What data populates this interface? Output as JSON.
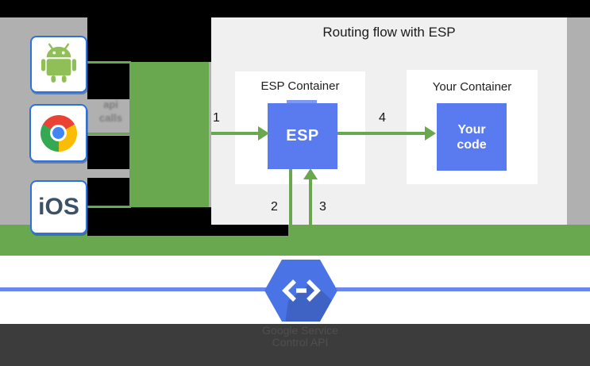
{
  "colors": {
    "backdrop_black": "#000000",
    "backdrop_grey": "#b0b0b0",
    "panel_bg": "#f0f0f1",
    "container_bg": "#ffffff",
    "flow_green": "#6aa84f",
    "node_blue": "#5a7bf0",
    "client_border_blue": "#2b72e0",
    "endpoints_hex_blue": "#4a74e6",
    "endpoints_line_blue": "#6a87ea",
    "footer_grey": "#3c3c3c",
    "footer_text_grey": "#4f4f4f",
    "ios_text": "#3d5166"
  },
  "panel": {
    "title": "Routing flow with ESP"
  },
  "clients": {
    "android_icon": "android-robot-icon",
    "chrome_icon": "chrome-browser-icon",
    "ios_label": "iOS",
    "api_calls": {
      "line1": "api",
      "line2": "calls"
    }
  },
  "esp_container": {
    "title": "ESP Container",
    "node": "ESP"
  },
  "your_container": {
    "title": "Your Container",
    "node_line1": "Your",
    "node_line2": "code"
  },
  "flow_steps": {
    "step1": "1",
    "step2": "2",
    "step3": "3",
    "step4": "4"
  },
  "endpoints": {
    "icon": "cloud-endpoints-hexagon-icon",
    "caption_line1": "Google Service",
    "caption_line2": "Control API"
  }
}
